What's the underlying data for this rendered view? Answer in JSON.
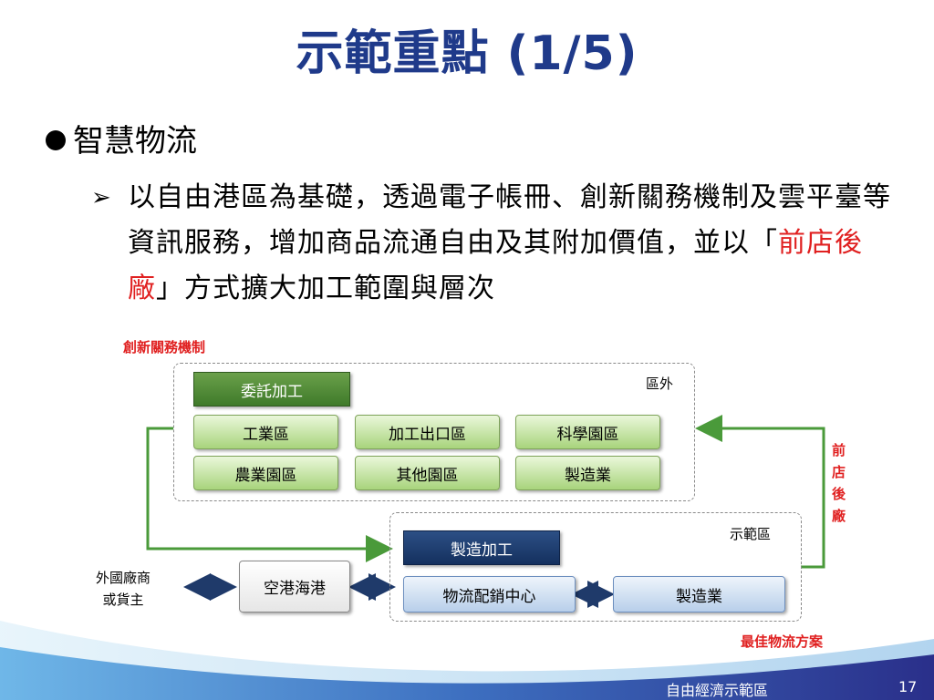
{
  "slide": {
    "title": "示範重點 (1/5)",
    "bullet": "智慧物流",
    "sub_bullet_part1": "以自由港區為基礎，透過電子帳冊、創新關務機制及雲平臺等資訊服務，增加商品流通自由及其附加價值，並以「",
    "sub_bullet_highlight": "前店後廠",
    "sub_bullet_part2": "」方式擴大加工範圍與層次"
  },
  "diagram": {
    "top_label": "創新關務機制",
    "outer_zone_label": "區外",
    "demo_zone_label": "示範區",
    "outsource_box": "委託加工",
    "outer_boxes": [
      "工業區",
      "加工出口區",
      "科學園區",
      "農業園區",
      "其他園區",
      "製造業"
    ],
    "manufacturing_box": "製造加工",
    "logistics_box": "物流配銷中心",
    "demo_manufacturing_box": "製造業",
    "port_box": "空港海港",
    "foreign_label_line1": "外國廠商",
    "foreign_label_line2": "或貨主",
    "side_label": [
      "前",
      "店",
      "後",
      "廠"
    ],
    "bottom_label": "最佳物流方案"
  },
  "footer": {
    "text": "自由經濟示範區",
    "page": "17"
  },
  "colors": {
    "title": "#1f3a8a",
    "highlight": "#e02020",
    "green_arrow": "#4a9a3a",
    "navy_arrow": "#1f3a6a",
    "footer_band": "#3a3f9a"
  }
}
